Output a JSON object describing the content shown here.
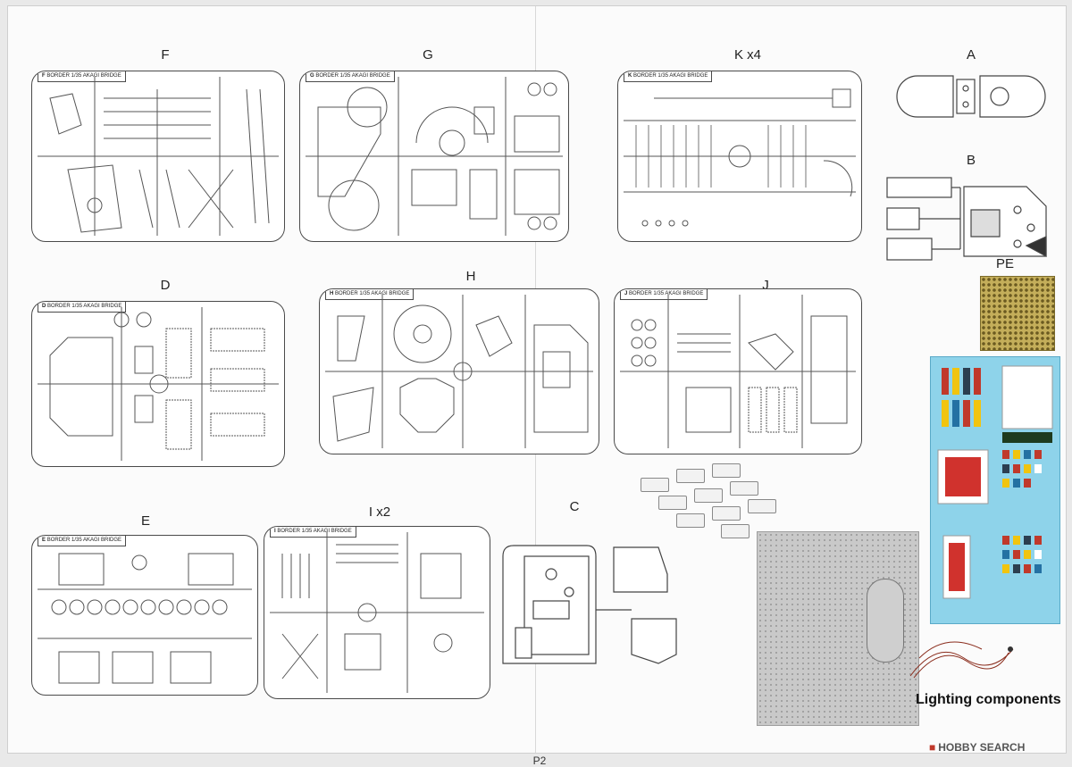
{
  "page": {
    "number": "P2"
  },
  "sprues": [
    {
      "id": "F",
      "label": "F",
      "tab_letter": "F"
    },
    {
      "id": "G",
      "label": "G",
      "tab_letter": "G"
    },
    {
      "id": "K",
      "label": "K x4",
      "tab_letter": "K"
    },
    {
      "id": "D",
      "label": "D",
      "tab_letter": "D"
    },
    {
      "id": "H",
      "label": "H",
      "tab_letter": "H"
    },
    {
      "id": "J",
      "label": "J",
      "tab_letter": "J"
    },
    {
      "id": "E",
      "label": "E",
      "tab_letter": "E"
    },
    {
      "id": "I",
      "label": "I x2",
      "tab_letter": "I"
    },
    {
      "id": "C",
      "label": "C"
    }
  ],
  "tab_text": "BORDER 1/35 AKAGI BRIDGE",
  "parts": {
    "A": "A",
    "B": "B",
    "PE": "PE"
  },
  "lighting": {
    "label": "Lighting components"
  },
  "watermark": {
    "text": "HOBBY SEARCH",
    "icon": "hobby-search-logo-icon"
  }
}
